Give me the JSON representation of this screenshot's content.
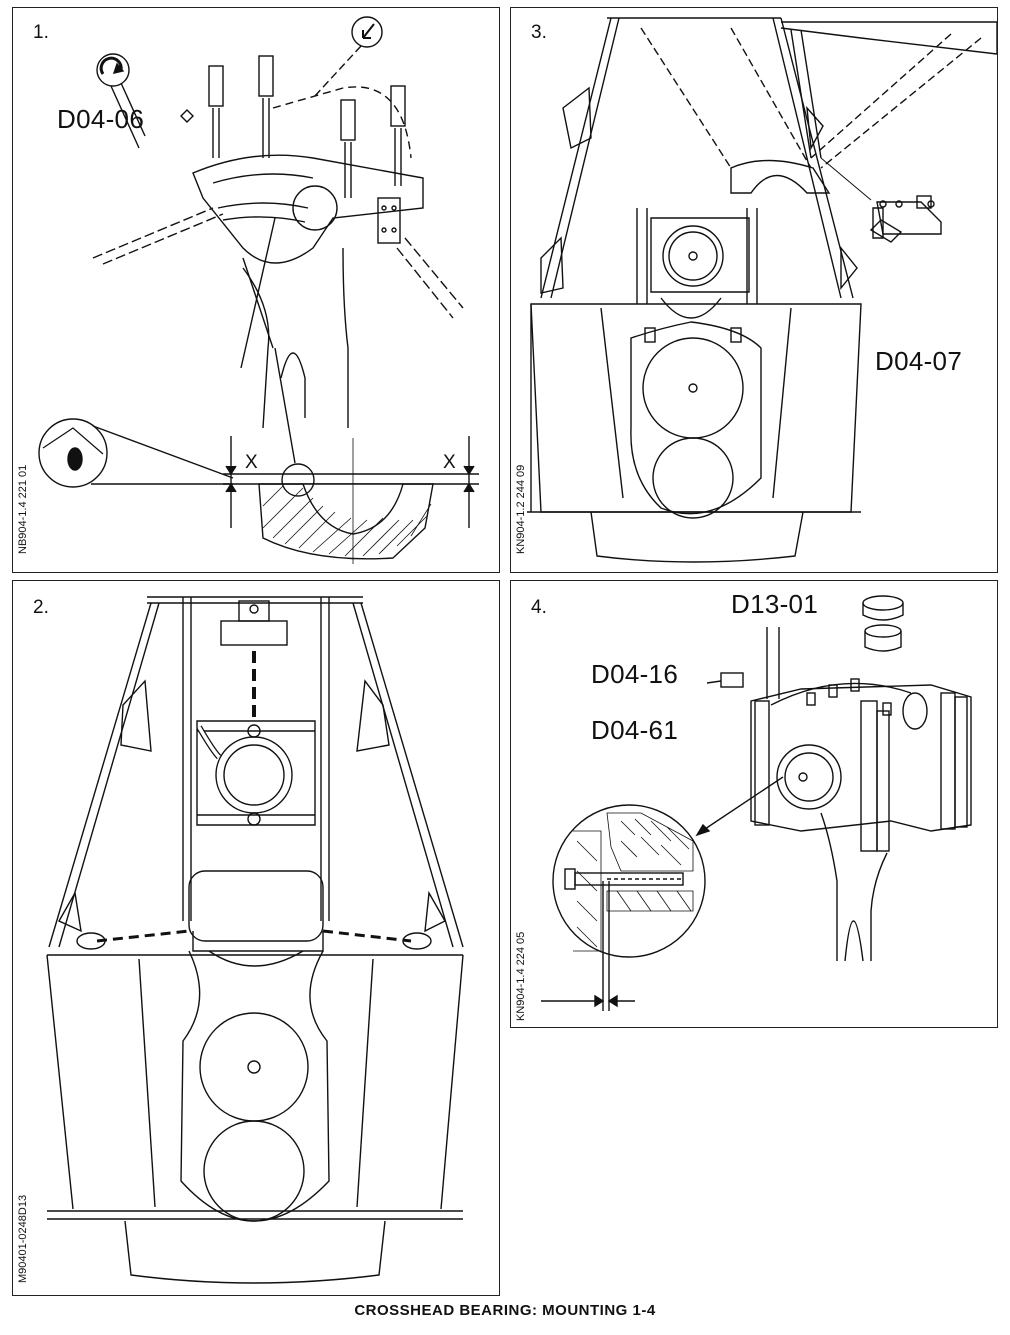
{
  "caption": "CROSSHEAD BEARING: MOUNTING 1-4",
  "panels": [
    {
      "number": "1.",
      "refs": [
        "D04-06"
      ],
      "dim_labels": [
        "X",
        "X"
      ],
      "drawing_code": "NB904-1.4 221 01"
    },
    {
      "number": "3.",
      "refs": [
        "D04-07"
      ],
      "drawing_code": "KN904-1.2 244 09"
    },
    {
      "number": "2.",
      "refs": [],
      "drawing_code": "M90401-0248D13"
    },
    {
      "number": "4.",
      "refs": [
        "D13-01",
        "D04-16",
        "D04-61"
      ],
      "drawing_code": "KN904-1.4 224 05"
    }
  ],
  "icons": [
    "rotate-arrow-icon",
    "direction-arrow-icon",
    "eye-sight-icon"
  ]
}
